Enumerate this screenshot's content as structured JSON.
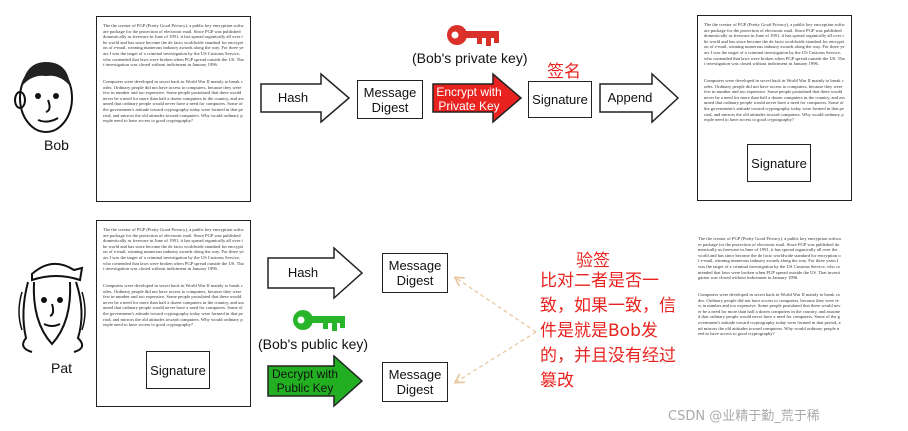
{
  "people": {
    "sender": "Bob",
    "receiver": "Pat"
  },
  "document_text": {
    "paragraph1": "The the creator of PGP (Pretty Good Privacy), a public key encryption software package for the protection of electronic mail. Since PGP was published domestically as freeware in June of 1991, it has spread organically all over the world and has since become the de facto worldwide standard for encryption of e-mail, winning numerous industry awards along the way. For three years I was the target of a criminal investigation by the US Customs Service, who contended that laws were broken when PGP spread outside the US. That investigation was closed without indictment in January 1996.",
    "paragraph2": "Computers were developed in secret back in World War II mainly to break codes. Ordinary people did not have access to computers, because they were few in number and too expensive. Some people postulated that there would never be a need for more than half a dozen computers in the country, and assumed that ordinary people would never have a need for computers. Some of the government's attitude toward cryptography today were formed in that period, and mirrors the old attitudes toward computers. Why would ordinary people need to have access to good cryptography?"
  },
  "top_row": {
    "hash_label": "Hash",
    "digest_label": "Message\nDigest",
    "encrypt_label": "Encrypt with\nPrivate Key",
    "signature_label": "Signature",
    "append_label": "Append",
    "private_key_label": "(Bob's private key)",
    "sign_zh": "签名",
    "appended_signature": "Signature"
  },
  "bottom_row": {
    "doc_signature": "Signature",
    "hash_label": "Hash",
    "digest_top": "Message\nDigest",
    "public_key_label": "(Bob's public key)",
    "decrypt_label": "Decrypt with\nPublic Key",
    "digest_bottom": "Message\nDigest",
    "verify_zh": "验签",
    "compare_zh": "比对二者是否一致，如果一致，信件是就是Bob发的，并且没有经过篡改"
  },
  "watermark": "CSDN @业精于勤_荒于稀",
  "colors": {
    "red": "#e8231f",
    "green": "#22b022",
    "key_red": "#d9302a",
    "key_green": "#29b52a",
    "dashed": "#e7c8a0"
  }
}
